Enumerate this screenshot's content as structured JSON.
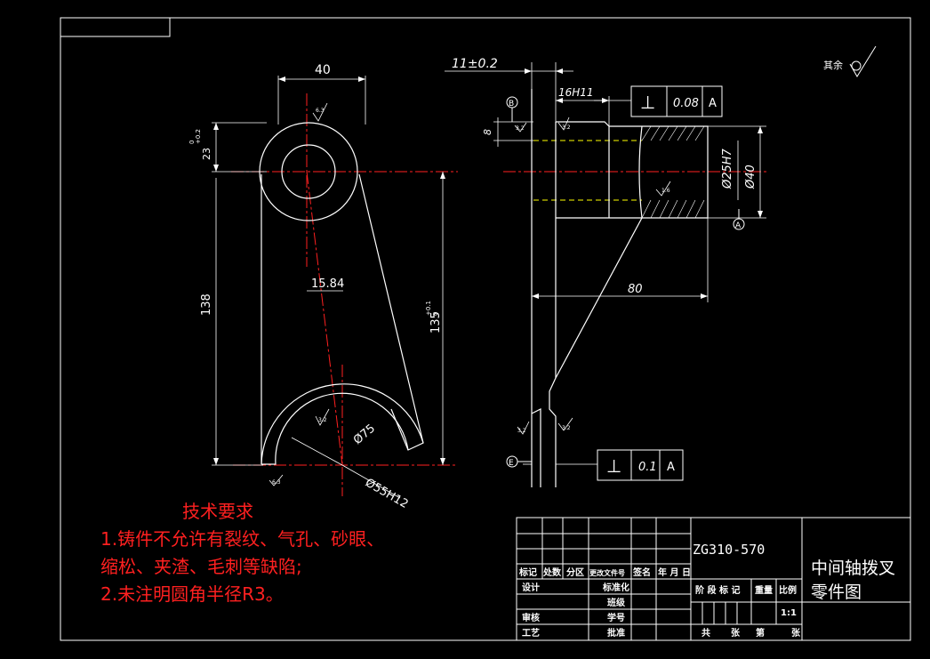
{
  "sheet": {
    "background": "#000000",
    "line_color": "#ffffff",
    "center_line_color": "#ff2020",
    "hidden_line_color": "#ffff00",
    "annotation_color": "#ff2020"
  },
  "front_view": {
    "dims": {
      "width_top": "40",
      "hole_tol": "23",
      "hole_tol_sup": "+0.2",
      "hole_tol_sub": "0",
      "overall_height": "138",
      "offset": "15.84",
      "center_distance": "135",
      "center_sup": "+0.1",
      "center_sub": "0",
      "arc_dia": "Ø75",
      "fork_dia": "Ø55H12"
    },
    "roughness": {
      "top": "6.3",
      "arc": "3.2",
      "bottom_left": "6.3"
    }
  },
  "side_view": {
    "dims": {
      "thickness": "11±0.2",
      "slot": "16H11",
      "step": "8",
      "bore": "Ø25H7",
      "outer": "Ø40",
      "length": "80"
    },
    "datums": {
      "b": "B",
      "a": "A",
      "e": "E"
    },
    "tol_top": {
      "symbol": "⊥",
      "value": "0.08",
      "datum": "A"
    },
    "tol_bottom": {
      "symbol": "⊥",
      "value": "0.1",
      "datum": "A"
    },
    "roughness": {
      "slot": "3.2",
      "bore": "1.6",
      "left_bottom": "3.2",
      "right_bottom": "3.2",
      "left_top": "3.2"
    }
  },
  "rest_roughness": "其余",
  "technical_notes": {
    "title": "技术要求",
    "items": [
      "1.铸件不允许有裂纹、气孔、砂眼、",
      "缩松、夹渣、毛刺等缺陷;",
      "2.未注明圆角半径R3。"
    ]
  },
  "title_block": {
    "material": "ZG310-570",
    "name_line1": "中间轴拨叉",
    "name_line2": "零件图",
    "headers": [
      "标记",
      "处数",
      "分区",
      "更改文件号",
      "签名",
      "年 月 日"
    ],
    "design": "设计",
    "standard": "标准化",
    "class": "班级",
    "review": "审核",
    "student_id": "学号",
    "process": "工艺",
    "approve": "批准",
    "stage": "阶 段 标 记",
    "weight": "重量",
    "scale": "比例",
    "scale_value": "1:1",
    "total": "共",
    "sheets": "张",
    "sheet_no": "第",
    "sheet_unit": "张"
  }
}
